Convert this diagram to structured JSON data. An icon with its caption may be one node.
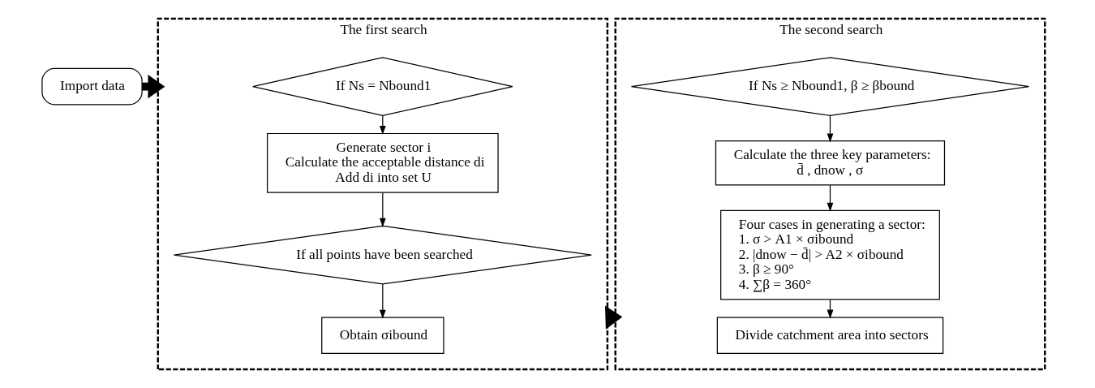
{
  "diagram": {
    "nodes": [
      {
        "text": [
          "Import data"
        ]
      },
      {
        "text": [
          "The first search"
        ]
      },
      {
        "text": [
          "If Ns = Nbound1"
        ],
        "in": 1
      },
      {
        "text": [
          "Generate sector i",
          "Calculate the acceptable distance di",
          "Add di into set U"
        ],
        "in": 1
      },
      {
        "text": [
          "If all points have been searched"
        ],
        "in": 1
      },
      {
        "text": [
          "Obtain σibound"
        ],
        "in": 1
      },
      {
        "text": [
          "The second search"
        ]
      },
      {
        "text": [
          "If Ns ≥ Nbound1, β ≥ βbound"
        ],
        "in": 6
      },
      {
        "text": [
          "Calculate the three key parameters:",
          "d̄ , dnow , σ"
        ],
        "in": 6
      },
      {
        "text": [
          "Four cases in generating a sector:",
          "1. σ > A1 × σibound",
          "2. |dnow − d̄| > A2 × σibound",
          "3. β ≥ 90°",
          "4. ∑β = 360°"
        ],
        "in": 6
      },
      {
        "text": [
          "Divide catchment area into sectors"
        ],
        "in": 6
      }
    ],
    "edges": [
      {
        "from": 0,
        "to": 1,
        "arrow": "to",
        "style": "thick"
      },
      {
        "from": 2,
        "to": 3,
        "arrow": "to"
      },
      {
        "from": 3,
        "to": 4,
        "arrow": "to"
      },
      {
        "from": 4,
        "to": 5,
        "arrow": "to"
      },
      {
        "from": 1,
        "to": 6,
        "arrow": "to",
        "style": "thick"
      },
      {
        "from": 7,
        "to": 8,
        "arrow": "to"
      },
      {
        "from": 8,
        "to": 9,
        "arrow": "to"
      },
      {
        "from": 9,
        "to": 10,
        "arrow": "to"
      }
    ]
  }
}
